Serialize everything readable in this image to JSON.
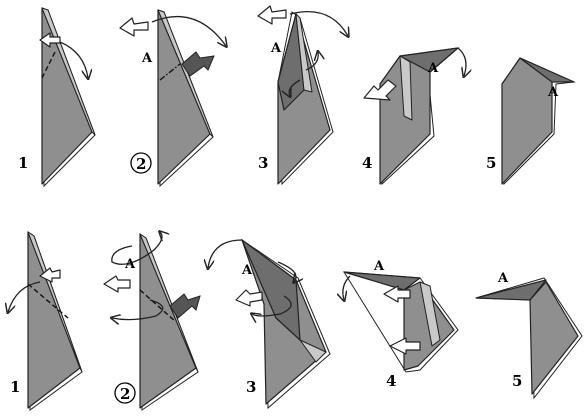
{
  "rows": [
    {
      "steps": [
        {
          "label": "1",
          "circled": false
        },
        {
          "label": "2",
          "circled": true,
          "point": "A"
        },
        {
          "label": "3",
          "circled": false,
          "point": "A"
        },
        {
          "label": "4",
          "circled": false,
          "point": "A"
        },
        {
          "label": "5",
          "circled": false,
          "point": "A"
        }
      ]
    },
    {
      "steps": [
        {
          "label": "1",
          "circled": false
        },
        {
          "label": "2",
          "circled": true,
          "point": "A"
        },
        {
          "label": "3",
          "circled": false,
          "point": "A"
        },
        {
          "label": "4",
          "circled": false,
          "point": "A"
        },
        {
          "label": "5",
          "circled": false,
          "point": "A"
        }
      ]
    }
  ],
  "colors": {
    "paper": "#8f8f8f",
    "paper_dark": "#6e6e6e",
    "paper_light": "#c9c9c9",
    "outline": "#222222",
    "push_arrow": "#555555"
  },
  "icons": [
    "hollow-arrow-icon",
    "push-arrow-icon",
    "curved-fold-arrow-icon"
  ]
}
